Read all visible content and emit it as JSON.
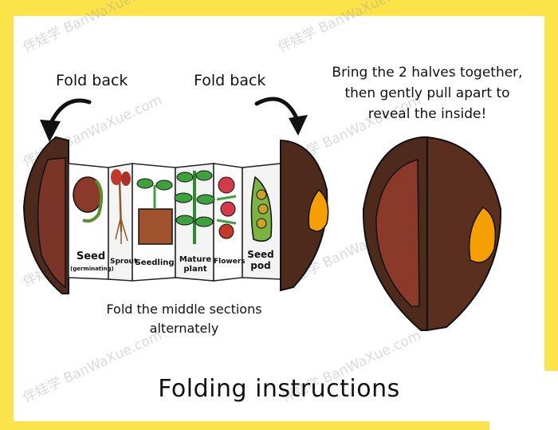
{
  "labels": {
    "fold_back_left": "Fold back",
    "fold_back_right": "Fold back",
    "bring_together": "Bring the 2 halves together, then gently pull apart to reveal the inside!",
    "fold_middle": "Fold the middle sections alternately",
    "title": "Folding instructions"
  },
  "panels": [
    "Seed",
    "(germinating)",
    "Sprout",
    "Seedling",
    "Mature plant",
    "Flowers",
    "Seed pod"
  ],
  "watermark": "伴娃学 BanWaXue.com",
  "colors": {
    "background": "#fde34a",
    "paper": "#ffffff",
    "seed_coat": "#5a2f20",
    "seed_inner": "#8b3a2a",
    "cotyledon": "#f5a000",
    "leaf": "#3da13d",
    "flower": "#d33a4a",
    "pod": "#7cb342",
    "soil": "#a0522d"
  }
}
